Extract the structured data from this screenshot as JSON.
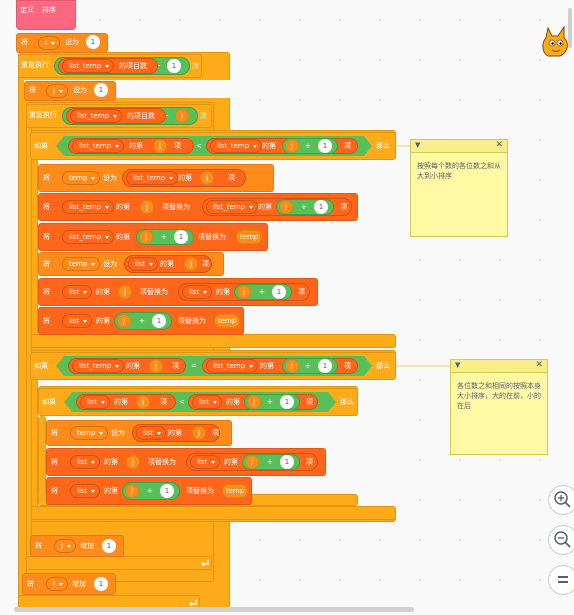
{
  "hat": {
    "define_label": "定义",
    "name": "排序"
  },
  "words": {
    "set": "将",
    "to": "设为",
    "repeat": "重复执行",
    "times": "次",
    "length_of": "的项目数",
    "if": "如果",
    "then": "那么",
    "item_of": "的第",
    "item_suffix": "项",
    "replace_with": "项替换为",
    "change": "增加",
    "minus": "-",
    "plus": "+",
    "lt": "<",
    "eq": "="
  },
  "vars": {
    "i": "i",
    "j": "j",
    "temp": "temp",
    "list_temp": "list_temp",
    "list": "list"
  },
  "numbers": {
    "one": "1"
  },
  "notes": [
    {
      "text": "按照每个数的各位数之和从大到小排序"
    },
    {
      "text": "各位数之和相同的按照本身大小排序，大的在前，小的在后"
    }
  ],
  "icons": {
    "zoom_in": "zoom-in-icon",
    "zoom_out": "zoom-out-icon",
    "reset": "zoom-reset-icon",
    "sprite": "scratch-cat-icon"
  }
}
